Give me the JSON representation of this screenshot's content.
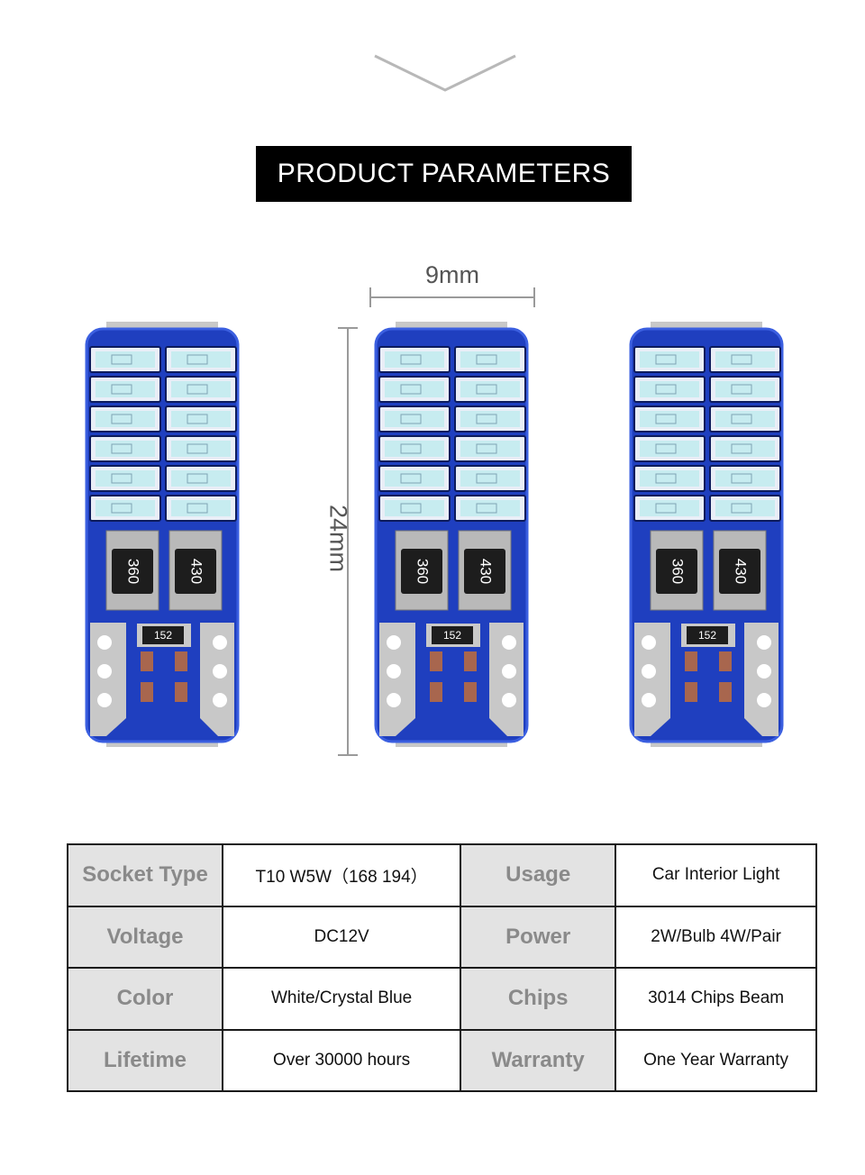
{
  "header": {
    "title": "PRODUCT PARAMETERS",
    "chevron": "chevron-down-icon"
  },
  "dimensions": {
    "width_label": "9mm",
    "height_label": "24mm"
  },
  "bulb": {
    "body_color": "#1f3fbf",
    "resistor_left": "360",
    "resistor_right": "430",
    "chip_label": "152",
    "led_rows": 6,
    "led_cols": 2,
    "count": 3
  },
  "params": [
    {
      "label": "Socket Type",
      "value": "T10 W5W（168 194）",
      "label2": "Usage",
      "value2": "Car Interior Light"
    },
    {
      "label": "Voltage",
      "value": "DC12V",
      "label2": "Power",
      "value2": "2W/Bulb 4W/Pair"
    },
    {
      "label": "Color",
      "value": "White/Crystal Blue",
      "label2": "Chips",
      "value2": "3014 Chips Beam"
    },
    {
      "label": "Lifetime",
      "value": "Over 30000 hours",
      "label2": "Warranty",
      "value2": "One Year Warranty"
    }
  ]
}
